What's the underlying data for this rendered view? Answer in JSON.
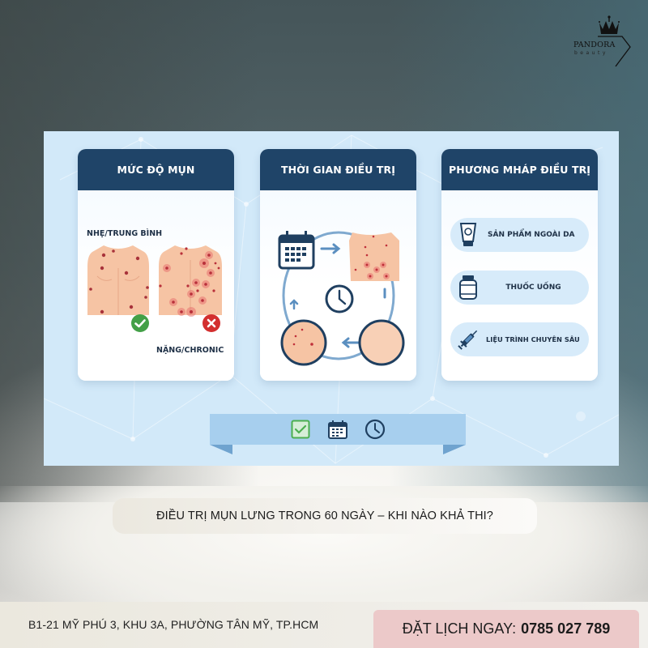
{
  "brand": {
    "name": "PANDORA",
    "tagline": "beauty",
    "logo_icon": "crown-diamond-icon"
  },
  "infographic": {
    "colors": {
      "panel_bg": "#d2e9f9",
      "card_header": "#1f4468",
      "pill_bg": "#d7ebfa",
      "ribbon": "#a7cfee",
      "skin": "#f6c4a4",
      "lesion": "#d8404a",
      "ok_badge": "#43a047",
      "no_badge": "#d32f2f"
    },
    "cards": [
      {
        "title": "MỨC ĐỘ MỤN",
        "labels": {
          "mild": "NHẸ/TRUNG BÌNH",
          "severe": "NẶNG/CHRONIC"
        },
        "icons": [
          "mild-acne-back-illustration",
          "check-badge-icon",
          "severe-acne-back-illustration",
          "x-badge-icon"
        ]
      },
      {
        "title": "THỜI GIAN ĐIỀU TRỊ",
        "icons": [
          "calendar-icon",
          "arrow-right-icon",
          "acne-back-illustration",
          "clock-icon",
          "improving-skin-illustration",
          "clear-skin-illustration"
        ]
      },
      {
        "title": "PHƯƠNG MHÁP ĐIỀU TRỊ",
        "options": [
          {
            "label": "SẢN PHẨM NGOÀI DA",
            "icon": "cream-tube-icon"
          },
          {
            "label": "THUỐC UỐNG",
            "icon": "pill-bottle-icon"
          },
          {
            "label": "LIỆU TRÌNH CHUYÊN SÂU",
            "icon": "syringe-icon"
          }
        ]
      }
    ],
    "ribbon_icons": [
      "checkbox-icon",
      "calendar-icon",
      "clock-icon"
    ]
  },
  "headline": "ĐIỀU TRỊ MỤN LƯNG TRONG 60 NGÀY – KHI NÀO KHẢ THI?",
  "footer": {
    "address": "B1-21 MỸ PHÚ 3, KHU 3A, PHƯỜNG TÂN MỸ, TP.HCM",
    "cta_label": "ĐẶT LỊCH NGAY:",
    "phone": "0785 027 789"
  }
}
